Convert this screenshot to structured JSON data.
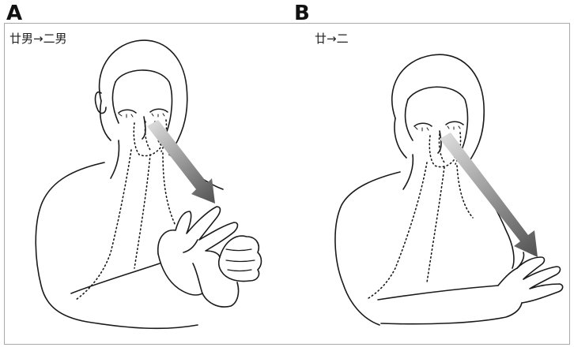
{
  "panels": [
    {
      "letter": "A",
      "caption": "廿男→二男"
    },
    {
      "letter": "B",
      "caption": "廿→二"
    }
  ],
  "colors": {
    "outline": "#1a1a1a",
    "frame": "#a9a9a9",
    "arrow_start": "#d9d9d9",
    "arrow_end": "#5a5a5a"
  },
  "icons": [
    "woman-figure",
    "motion-arrow",
    "hand-trajectory-dotted"
  ]
}
